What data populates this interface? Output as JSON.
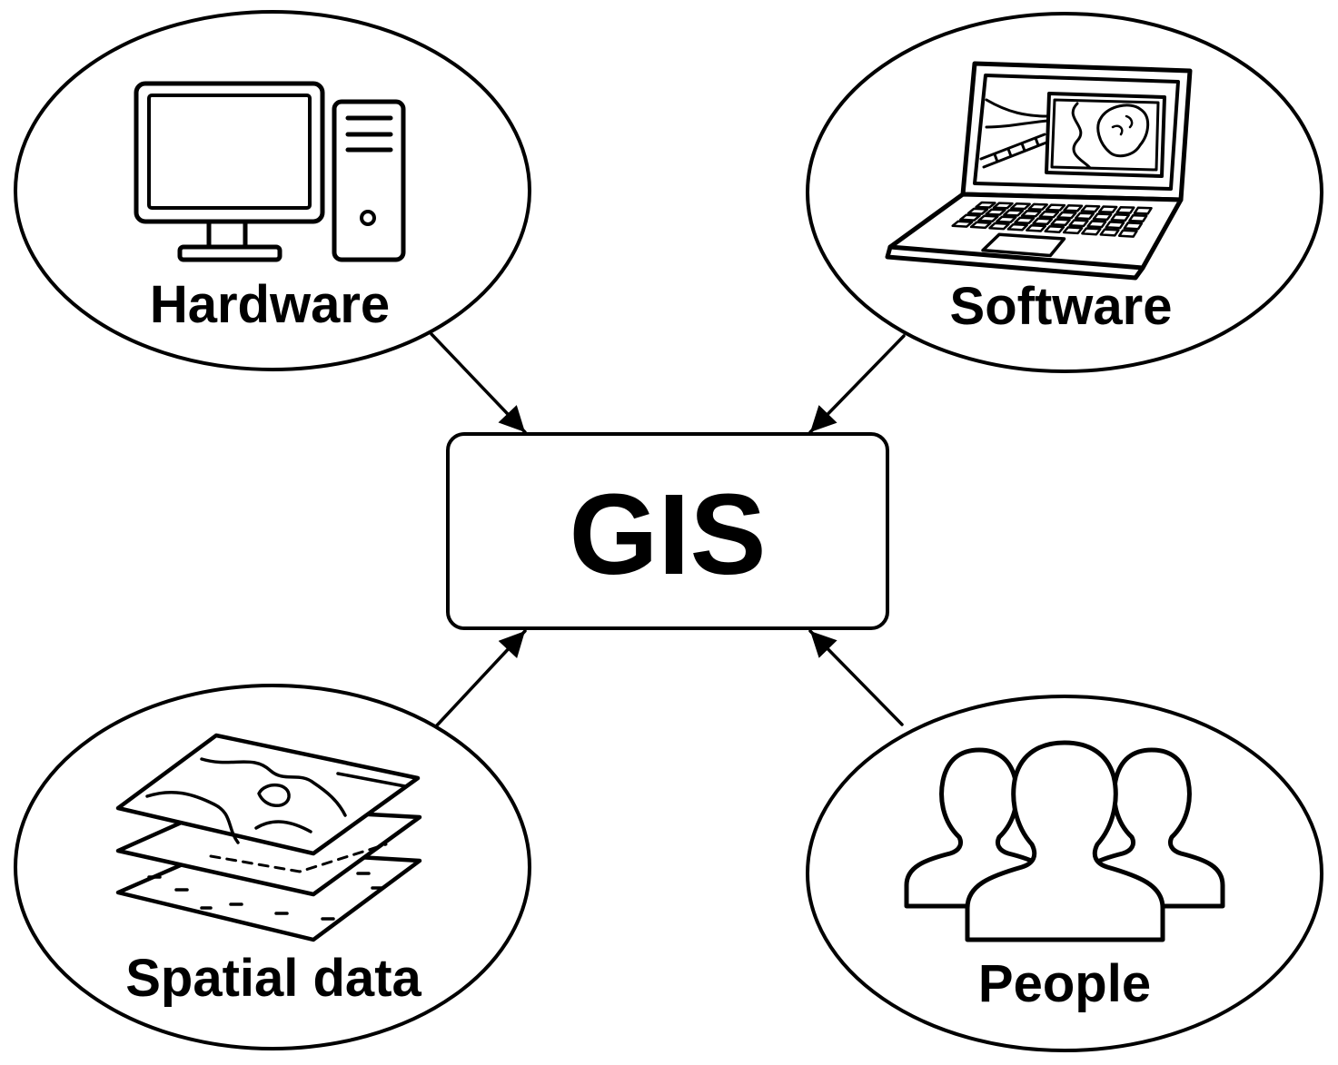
{
  "diagram": {
    "center": {
      "label": "GIS"
    },
    "nodes": [
      {
        "label": "Hardware",
        "icon": "computer-icon",
        "arrow_to_center": true
      },
      {
        "label": "Software",
        "icon": "laptop-icon",
        "arrow_to_center": true
      },
      {
        "label": "Spatial data",
        "icon": "map-layers-icon",
        "arrow_to_center": true
      },
      {
        "label": "People",
        "icon": "people-icon",
        "arrow_to_center": true
      }
    ]
  },
  "colors": {
    "line": "#000000",
    "fill": "#ffffff"
  }
}
